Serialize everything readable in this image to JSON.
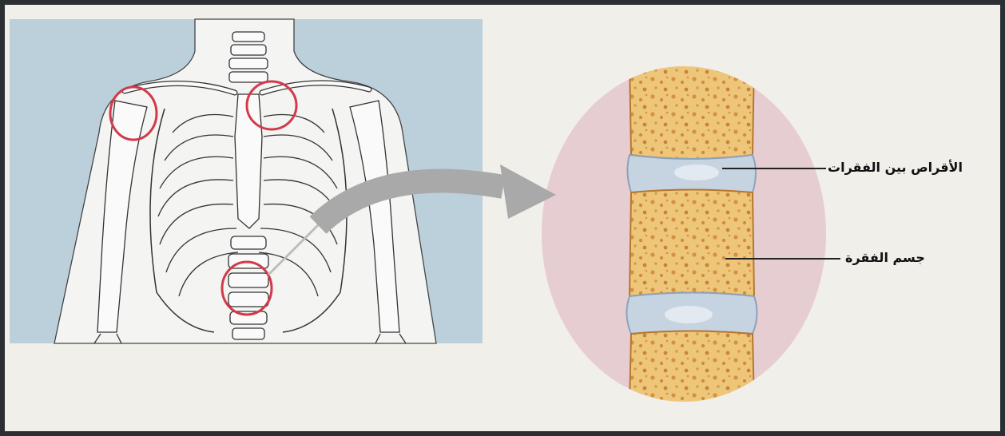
{
  "labels": {
    "intervertebral_discs": "الأقراص بين الفقرات",
    "vertebral_body": "جسم الفقرة"
  },
  "colors": {
    "skeleton_background": "#bcd0dc",
    "highlight_circle": "#d23a4a",
    "magnifier_background": "#e6cdd2",
    "arrow": "#a9a9a9",
    "vertebra_bone": "#ecc77c",
    "intervertebral_disc": "#c6d4e2"
  },
  "icons": [
    "skeleton-illustration",
    "spine-magnified-illustration",
    "curved-arrow-icon"
  ]
}
